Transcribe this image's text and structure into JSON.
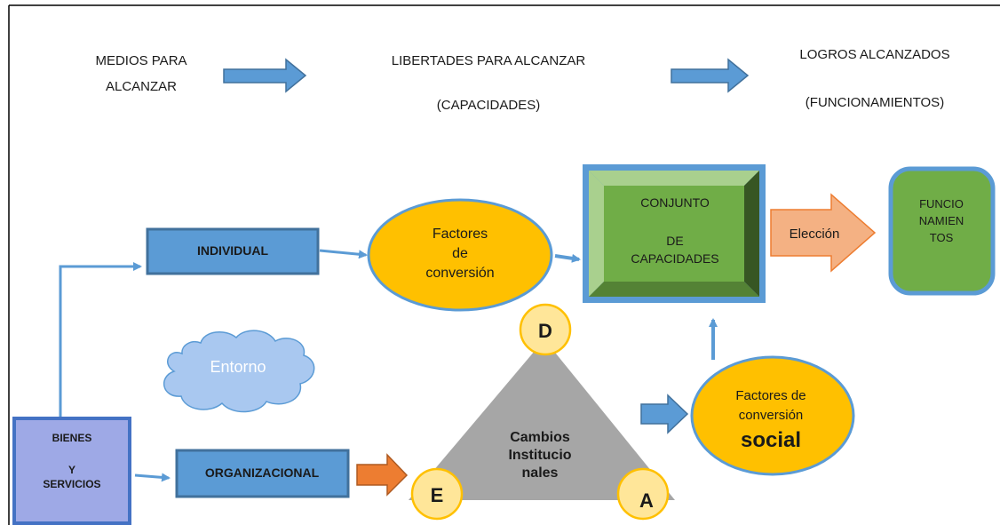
{
  "header": {
    "medios_line1": "MEDIOS PARA",
    "medios_line2": "ALCANZAR",
    "libertades_line1": "LIBERTADES PARA ALCANZAR",
    "libertades_line2": "(CAPACIDADES)",
    "logros_line1": "LOGROS ALCANZADOS",
    "logros_line2": "(FUNCIONAMIENTOS)"
  },
  "boxes": {
    "individual": "INDIVIDUAL",
    "organizacional": "ORGANIZACIONAL",
    "bienes_line1": "BIENES",
    "bienes_line2": "Y",
    "bienes_line3": "SERVICIOS",
    "conjunto_line1": "CONJUNTO",
    "conjunto_line2": "DE",
    "conjunto_line3": "CAPACIDADES",
    "funcionamientos_line1": "FUNCIO",
    "funcionamientos_line2": "NAMIEN",
    "funcionamientos_line3": "TOS"
  },
  "ellipses": {
    "factores_conversion_line1": "Factores",
    "factores_conversion_line2": "de",
    "factores_conversion_line3": "conversión",
    "factores_social_line1": "Factores de",
    "factores_social_line2": "conversión",
    "factores_social_line3": "social"
  },
  "cloud": {
    "label": "Entorno"
  },
  "triangle": {
    "line1": "Cambios",
    "line2": "Institucio",
    "line3": "nales",
    "vertex_top": "D",
    "vertex_left": "E",
    "vertex_right": "A"
  },
  "eleccion": {
    "label": "Elección"
  },
  "colors": {
    "blue_box": "#5b9bd5",
    "blue_border": "#41719c",
    "lavender_box": "#9ea9e6",
    "green_box": "#70ad47",
    "orange_ellipse": "#ffc000",
    "orange_arrow": "#ed7d31",
    "salmon_arrow": "#f4b183",
    "gray_triangle": "#a6a6a6",
    "cloud_fill": "#a9c8f0",
    "vertex_fill": "#ffe699"
  }
}
